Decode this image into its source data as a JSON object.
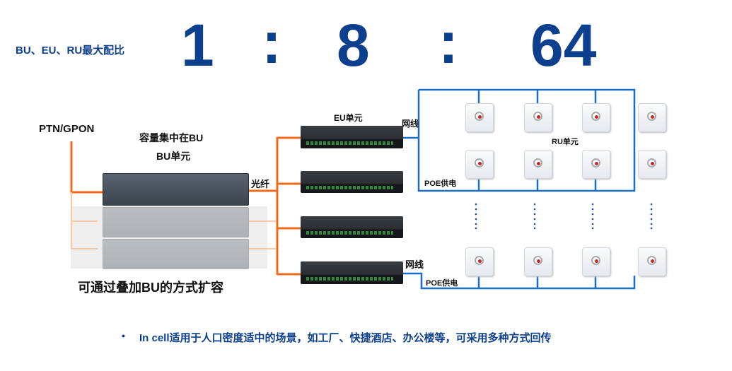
{
  "header": {
    "ratio_label": "BU、EU、RU最大配比",
    "ratio": [
      "1",
      ":",
      "8",
      ":",
      "64"
    ]
  },
  "bu": {
    "source": "PTN/GPON",
    "capacity_note": "容量集中在BU",
    "unit_label": "BU单元",
    "fiber_label": "光纤",
    "expand_note": "可通过叠加BU的方式扩容"
  },
  "eu": {
    "unit_label": "EU单元",
    "cable_top": "网线",
    "cable_bottom": "网线"
  },
  "ru": {
    "unit_label": "RU单元",
    "poe_top": "POE供电",
    "poe_bottom": "POE供电"
  },
  "footer": {
    "bullet": "•",
    "text": "In cell适用于人口密度适中的场景，如工厂、快捷酒店、办公楼等，可采用多种方式回传"
  },
  "colors": {
    "accent": "#0d3f8f",
    "fiber": "#f26b1d",
    "cable": "#1a6fc4"
  }
}
